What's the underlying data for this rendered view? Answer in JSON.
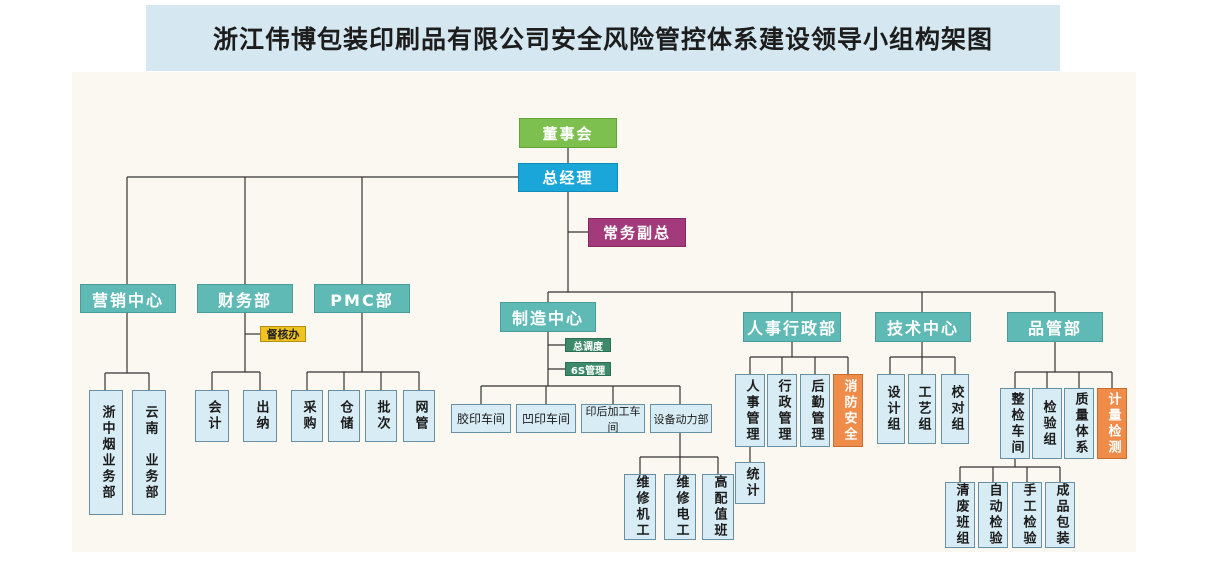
{
  "title": "浙江伟博包装印刷品有限公司安全风险管控体系建设领导小组构架图",
  "top": {
    "board": "董事会",
    "gm": "总经理",
    "deputy": "常务副总"
  },
  "departments": {
    "marketing": {
      "label": "营销中心",
      "children": [
        "浙中烟业务部",
        "云南　业务部"
      ]
    },
    "finance": {
      "label": "财务部",
      "supervisor": "督核办",
      "children": [
        "会计",
        "出纳"
      ]
    },
    "pmc": {
      "label": "PMC部",
      "children": [
        "采购",
        "仓储",
        "批次",
        "网管"
      ]
    },
    "manufacturing": {
      "label": "制造中心",
      "tags": [
        "总调度",
        "6S管理"
      ],
      "workshops": [
        "胶印车间",
        "凹印车间",
        "印后加工车间",
        "设备动力部"
      ],
      "equipment_children": [
        "维修机工",
        "维修电工",
        "高配值班"
      ]
    },
    "hr": {
      "label": "人事行政部",
      "children": [
        "人事管理",
        "行政管理",
        "后勤管理",
        "消防安全"
      ],
      "stats": "统计"
    },
    "tech": {
      "label": "技术中心",
      "children": [
        "设计组",
        "工艺组",
        "校对组"
      ]
    },
    "quality": {
      "label": "品管部",
      "children": [
        "整检车间",
        "检验组",
        "质量体系",
        "计量检测"
      ],
      "inspection_children": [
        "清废班组",
        "自动检验",
        "手工检验",
        "成品包装"
      ]
    }
  },
  "colors": {
    "board": "#7ec04f",
    "gm": "#1aa6d8",
    "deputy": "#a23a7c",
    "department": "#5fb9b5",
    "leaf": "#d8ecf5",
    "highlight": "#f08c4a",
    "supervisor": "#f0c320",
    "tag": "#3c8a6a",
    "title_bg": "#d5e8f1"
  }
}
